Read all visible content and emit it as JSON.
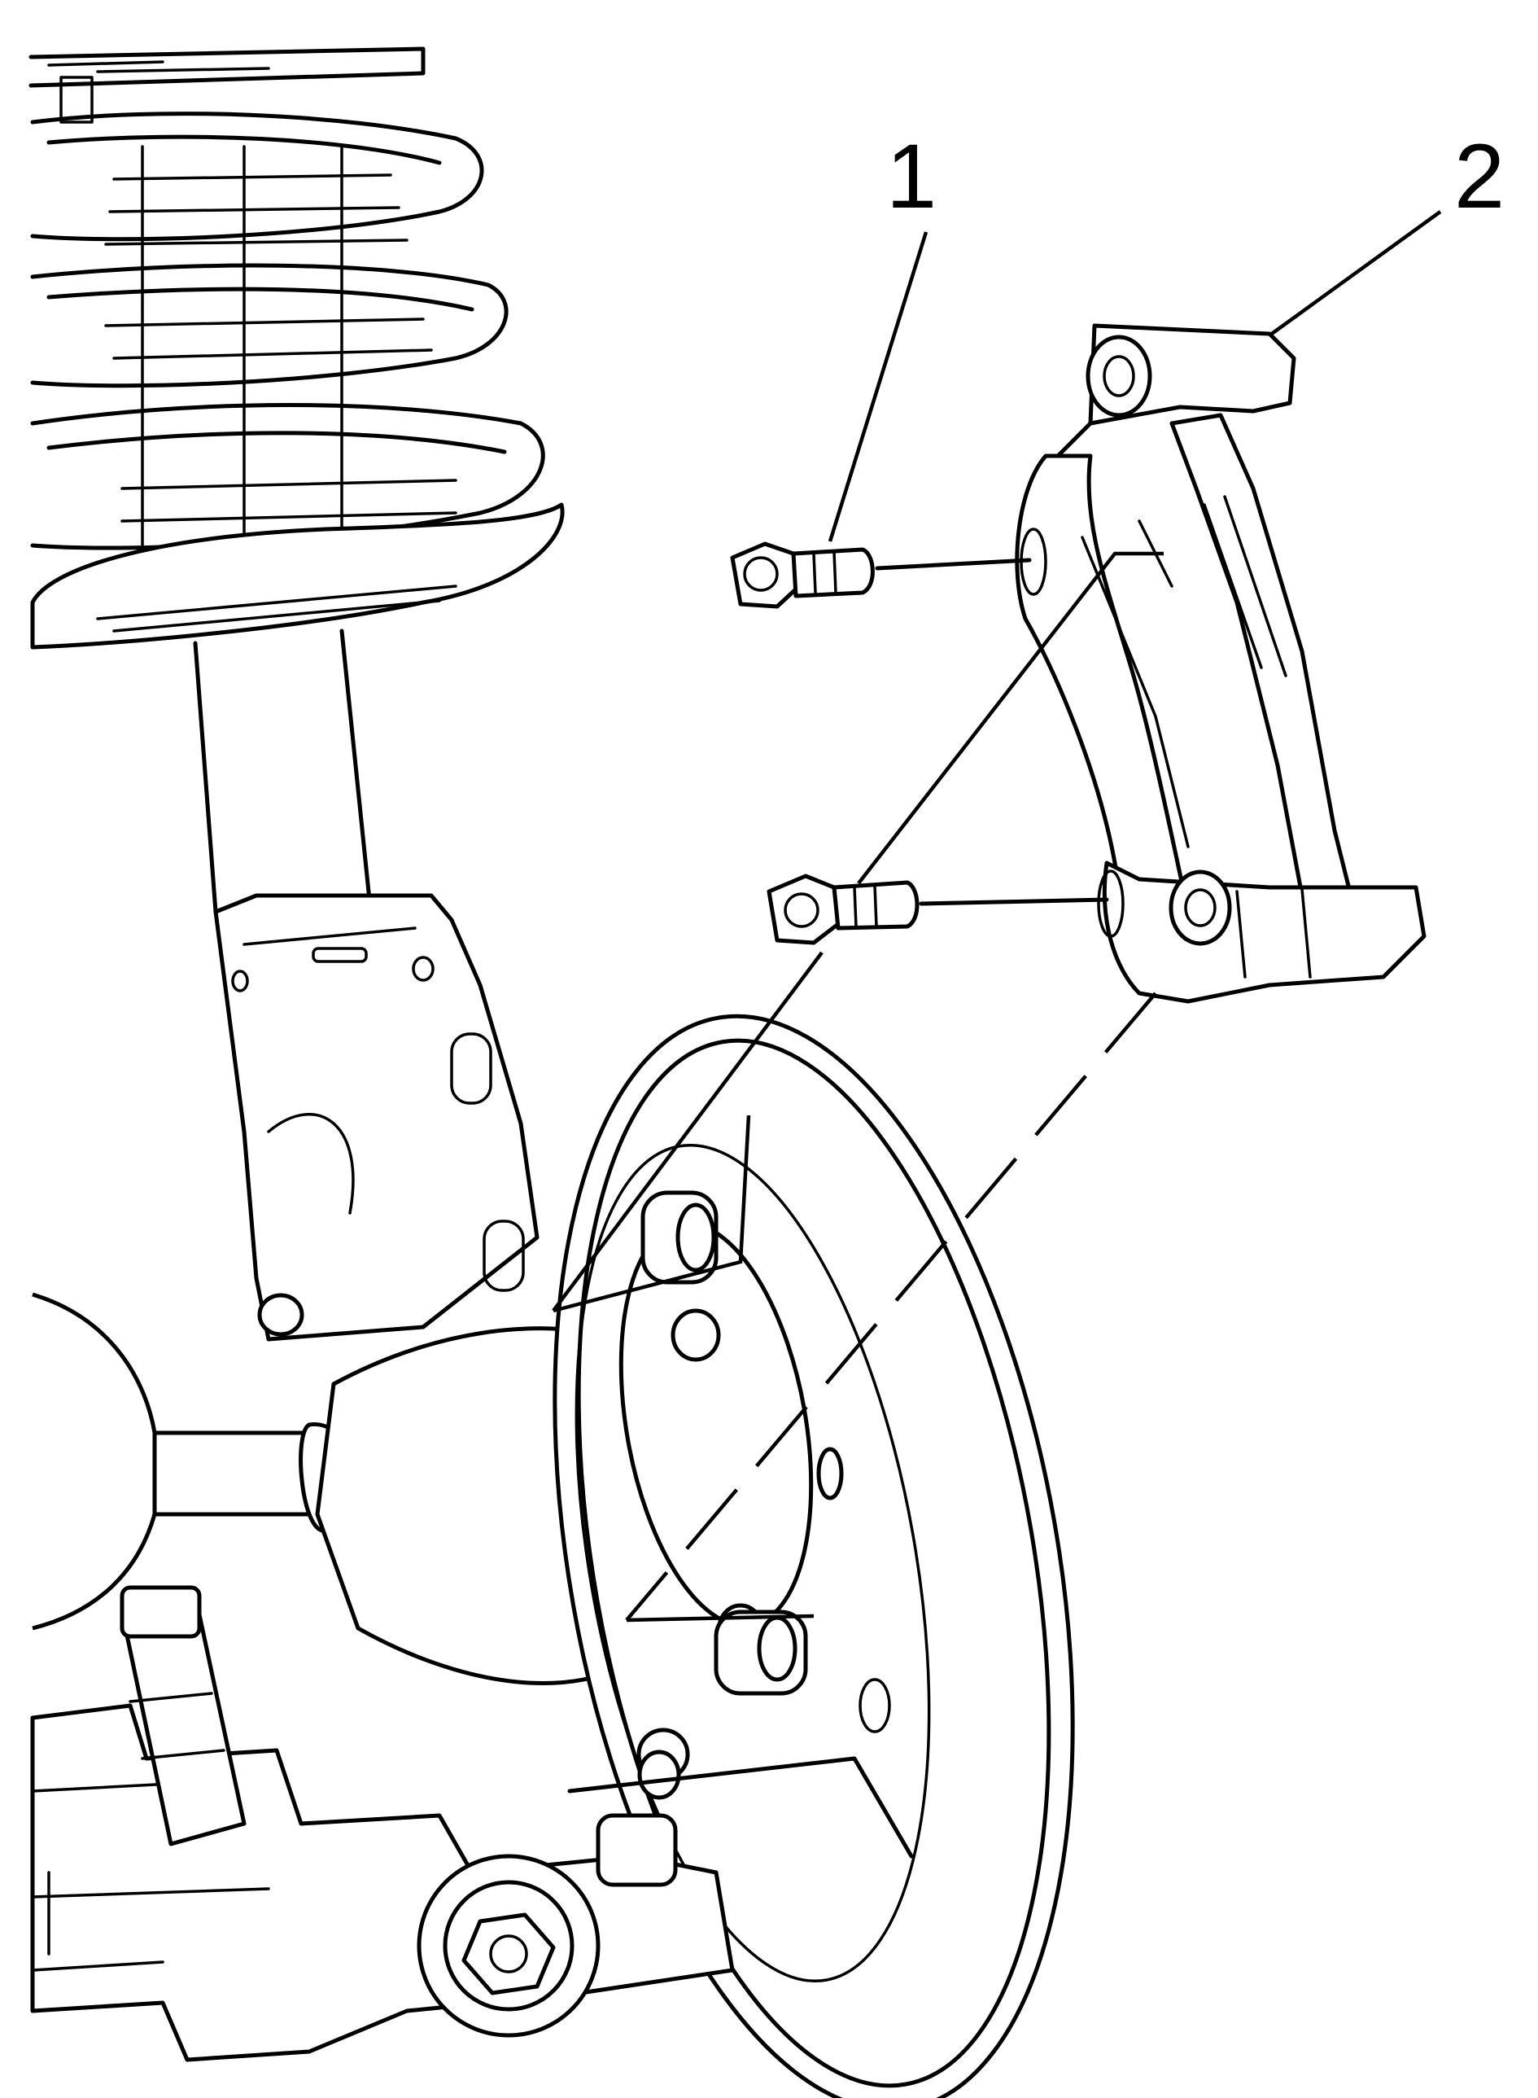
{
  "diagram": {
    "callouts": [
      {
        "label": "1",
        "part": "bolt"
      },
      {
        "label": "2",
        "part": "brake-caliper-bracket"
      }
    ],
    "colors": {
      "ink": "#000000",
      "paper": "#ffffff"
    }
  }
}
